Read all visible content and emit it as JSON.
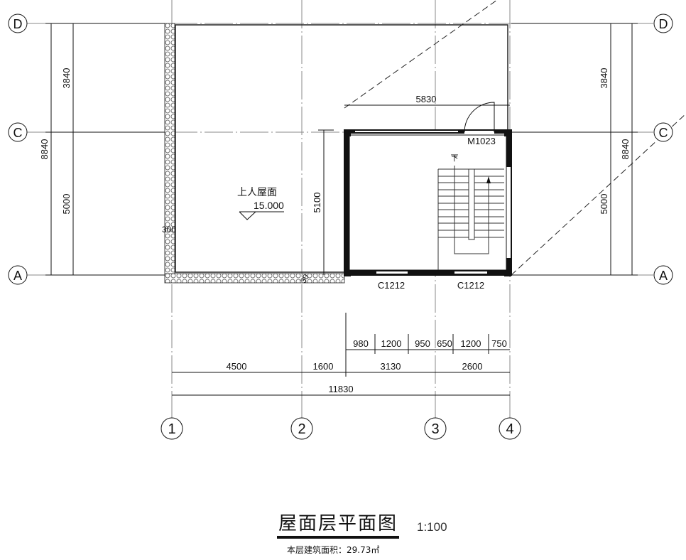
{
  "drawing": {
    "title": "屋面层平面图",
    "scale": "1:100",
    "area_note": "本层建筑面积：29.73㎡",
    "axes_horizontal": [
      "D",
      "C",
      "A"
    ],
    "axes_vertical": [
      "1",
      "2",
      "3",
      "4"
    ],
    "room_label": "上人屋面",
    "elevation": "15.000",
    "door_label": "M1023",
    "window_labels": [
      "C1212",
      "C1212"
    ],
    "stair_label": "下",
    "dims_left": {
      "total": "8840",
      "top": "3840",
      "bottom": "5000"
    },
    "dims_right": {
      "total": "8840",
      "top": "3840",
      "bottom": "5000"
    },
    "dim_5830": "5830",
    "dim_5100": "5100",
    "dim_300": "300",
    "dim_30": "30",
    "dims_bottom_row1": [
      "980",
      "1200",
      "950",
      "650",
      "1200",
      "750"
    ],
    "dims_bottom_row2": [
      "4500",
      "1600",
      "3130",
      "2600"
    ],
    "dims_bottom_total": "11830"
  }
}
